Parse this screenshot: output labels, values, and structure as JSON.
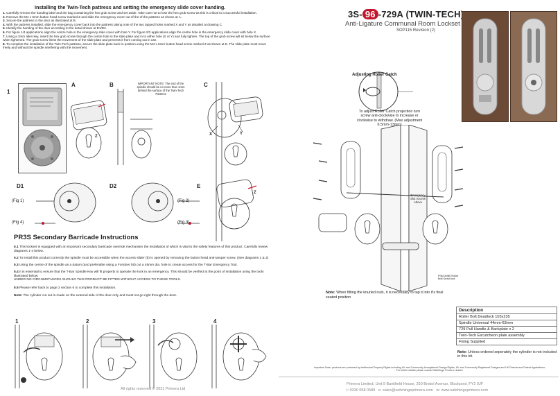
{
  "left": {
    "heading": "Installing the Twin-Tech pattress and setting the emergency slide cover handing.",
    "steps": [
      {
        "num": "1.",
        "text": "Carefully remove the handing label and the bag containing the hex grub screw and set aside. Take care not to lose the hex grub screw as this is critical to a successful installation."
      },
      {
        "num": "2.",
        "text": "Remove the M4 x 6mm button head screw marked Z and slide the emergency cover out of the of the pattress as shown at A."
      },
      {
        "num": "3.",
        "text": "Secure the pattress to the door as illustrated at B."
      },
      {
        "num": "4.",
        "text": "With the pattress installed, slide the emergency cover back into the pattress taking note of the two tapped holes marked X and Y as detailed at drawing C."
      },
      {
        "num": "5.",
        "text": "Identify the handing of the door according to the detail shown at D1/D2."
      },
      {
        "num": "6.",
        "text": "For figure 1/4 applications align the centre hole in the emergency slide cover with hole Y. For figure 2/3 applications align the centre hole in the emergency slide cover with hole X."
      },
      {
        "num": "7.",
        "text": "Using a 2mm allen key, insert the hex grub screw through the centre hole in the slide plate and in to either hole (X or Y) and fully tighten. The top of the grub screw will sit below the surface when tightened. The grub screw limits the movement of the slide plate and prevents it from coming out in use."
      },
      {
        "num": "8.",
        "text": "To complete the installation of the Twin-Tech pattress, secure the slide plate back in position using the M4 x 6mm button head screw marked Z as shown at E. The slide plate must move freely and without the spindle interfering with the movement."
      }
    ],
    "figure_labels": {
      "f1": "1",
      "a": "A",
      "b": "B",
      "c": "C",
      "d1": "D1",
      "d2": "D2",
      "e": "E",
      "z1": "Z",
      "x": "X",
      "y": "Y",
      "z2": "Z"
    },
    "important_note": "IMPORTANT NOTE: The end of the spindle should be no more than 1mm behind the surface of the Twin-Tech Pattress",
    "fig_tags": {
      "fig1": "(Fig 1)",
      "fig4": "(Fig 4)",
      "fig2": "(Fig 2)",
      "fig3": "(Fig 3)"
    },
    "pr3s_title": "PR3S Secondary Barricade Instructions",
    "para": [
      {
        "num": "5.1",
        "text": "This lockset is equipped with an important secondary barricade override mechanism the installation of which is vital to the safety features of this product. Carefully review diagrams 1-4 below."
      },
      {
        "num": "5.2",
        "text": "To install this product correctly the spindle must be accessible when the access slider (b) is opened by removing the button head anti-tamper screw. (See diagrams 1 & 2)"
      },
      {
        "num": "5.3",
        "text": "Using the centre of the spindle as a datum (and preferable using a Forstner bit) cut a 45mm dia. hole to create access for the T-Bar Emergency Tool."
      },
      {
        "num": "5.4",
        "text": "It is essential to ensure that the T-Bar Spindle Key will fit properly to operate the lock in an emergency. This should be verified at the point of installation using the tools illustrated below."
      }
    ],
    "warning": "UNDER NO CIRCUMSTANCES SHOULD THIS PRODUCT BE FITTED WITHOUT ACCESS TO THESE TOOLS.",
    "para55": {
      "num": "5.5",
      "text": "Please refer back to page 2 section 6 to complete this installation."
    },
    "note_label": "Note:",
    "note_text": "The cylinder cut out is made on the external side of the door only and must not go right through the door.",
    "bottom_nums": [
      "1",
      "2",
      "3",
      "4"
    ],
    "copyright": "All rights reserved © 2021 Primera Ltd"
  },
  "right": {
    "title_pre": "3S-",
    "title_num": "96",
    "title_post": "-729A (TWIN-TECH)",
    "subtitle": "Anti-Ligature Communal Room Lockset",
    "revision": "SOP115 Revision (2)",
    "callout_title": "Adjusting Roller Catch",
    "callout_text": "To adjust Roller Catch projection turn screw anti-clockwise to increase or clockwise to withdraw. (Max adjustment 6.5mm-13mm)",
    "emergency_label": "Emergency Slot Access Above",
    "roller_label": "PIN/LIMB0 Roller Bolt Dead lock",
    "note_label": "Note:",
    "note_text": "When fitting the knurled nuts, it is necessary to tap it into it's final seated position",
    "desc_header": "Description",
    "desc_items": [
      "Roller Bolt Deadlock 103x235",
      "Spindle Universal 44mm-63mm",
      "729 Pull Handle & Backplate x 2",
      "Twin-Tech Escutcheon plate assembly",
      "Fixing Supplied"
    ],
    "note2_label": "Note:",
    "note2_text": "Unless ordered seperately the cylinder is not included in this kit.",
    "ip_note": "Important Note: products are protected by Intellectual Property Rights including UK and Community Unregistered Design Rights, UK and Community Registered Designs and UK Patents and Patent Applications.",
    "ip_note2": "For further details please contact Safehinge Primera Limited.",
    "address": "Primera Limited, Unit 9 Bankfield House, 250 Bristol Avenue, Blackpool, FY2 0JF",
    "contact_t": "t: 0330 058 0589",
    "contact_e": "e: sales@safehingeprimera.com",
    "contact_w": "w: www.safehingeprimera.com"
  },
  "colors": {
    "accent": "#c2172b"
  }
}
